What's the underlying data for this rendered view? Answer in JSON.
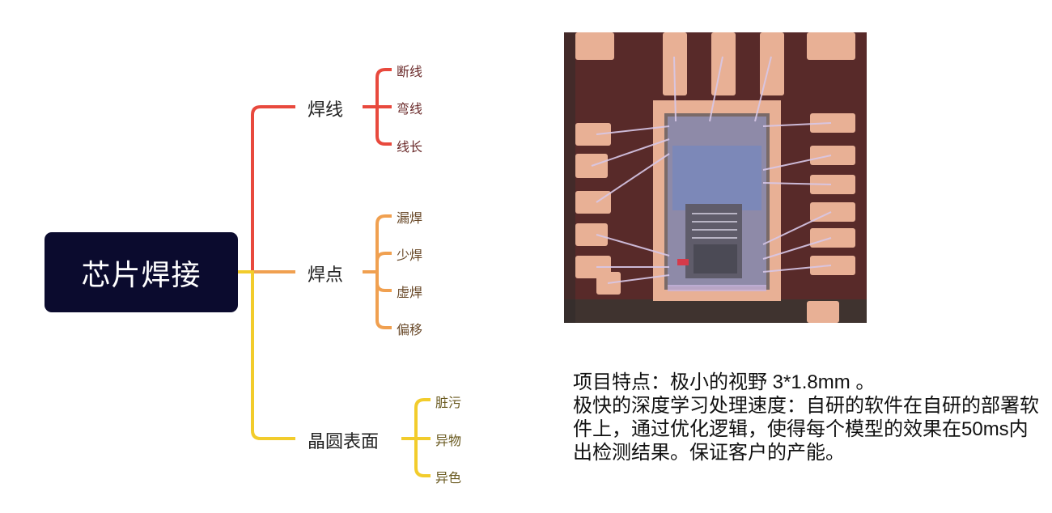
{
  "mindmap": {
    "root": "芯片焊接",
    "branches": [
      {
        "label": "焊线",
        "color": "#e8493d",
        "leaves": [
          "断线",
          "弯线",
          "线长"
        ],
        "leaf_color": "#6b2b2b"
      },
      {
        "label": "焊点",
        "color": "#f0a050",
        "leaves": [
          "漏焊",
          "少焊",
          "虚焊",
          "偏移"
        ],
        "leaf_color": "#6a4a2a"
      },
      {
        "label": "晶圆表面",
        "color": "#f2cc2c",
        "leaves": [
          "脏污",
          "异物",
          "异色"
        ],
        "leaf_color": "#6a5a20"
      }
    ]
  },
  "description": {
    "line1": "项目特点：极小的视野   3*1.8mm  。",
    "line2": "极快的深度学习处理速度：自研的软件在自研的部署软件上，通过优化逻辑，使得每个模型的效果在50ms内出检测结果。保证客户的产能。"
  },
  "colors": {
    "root_bg": "#0b0b2e",
    "chip_bg": "#5a2a2a",
    "pad": "#e8b095"
  }
}
